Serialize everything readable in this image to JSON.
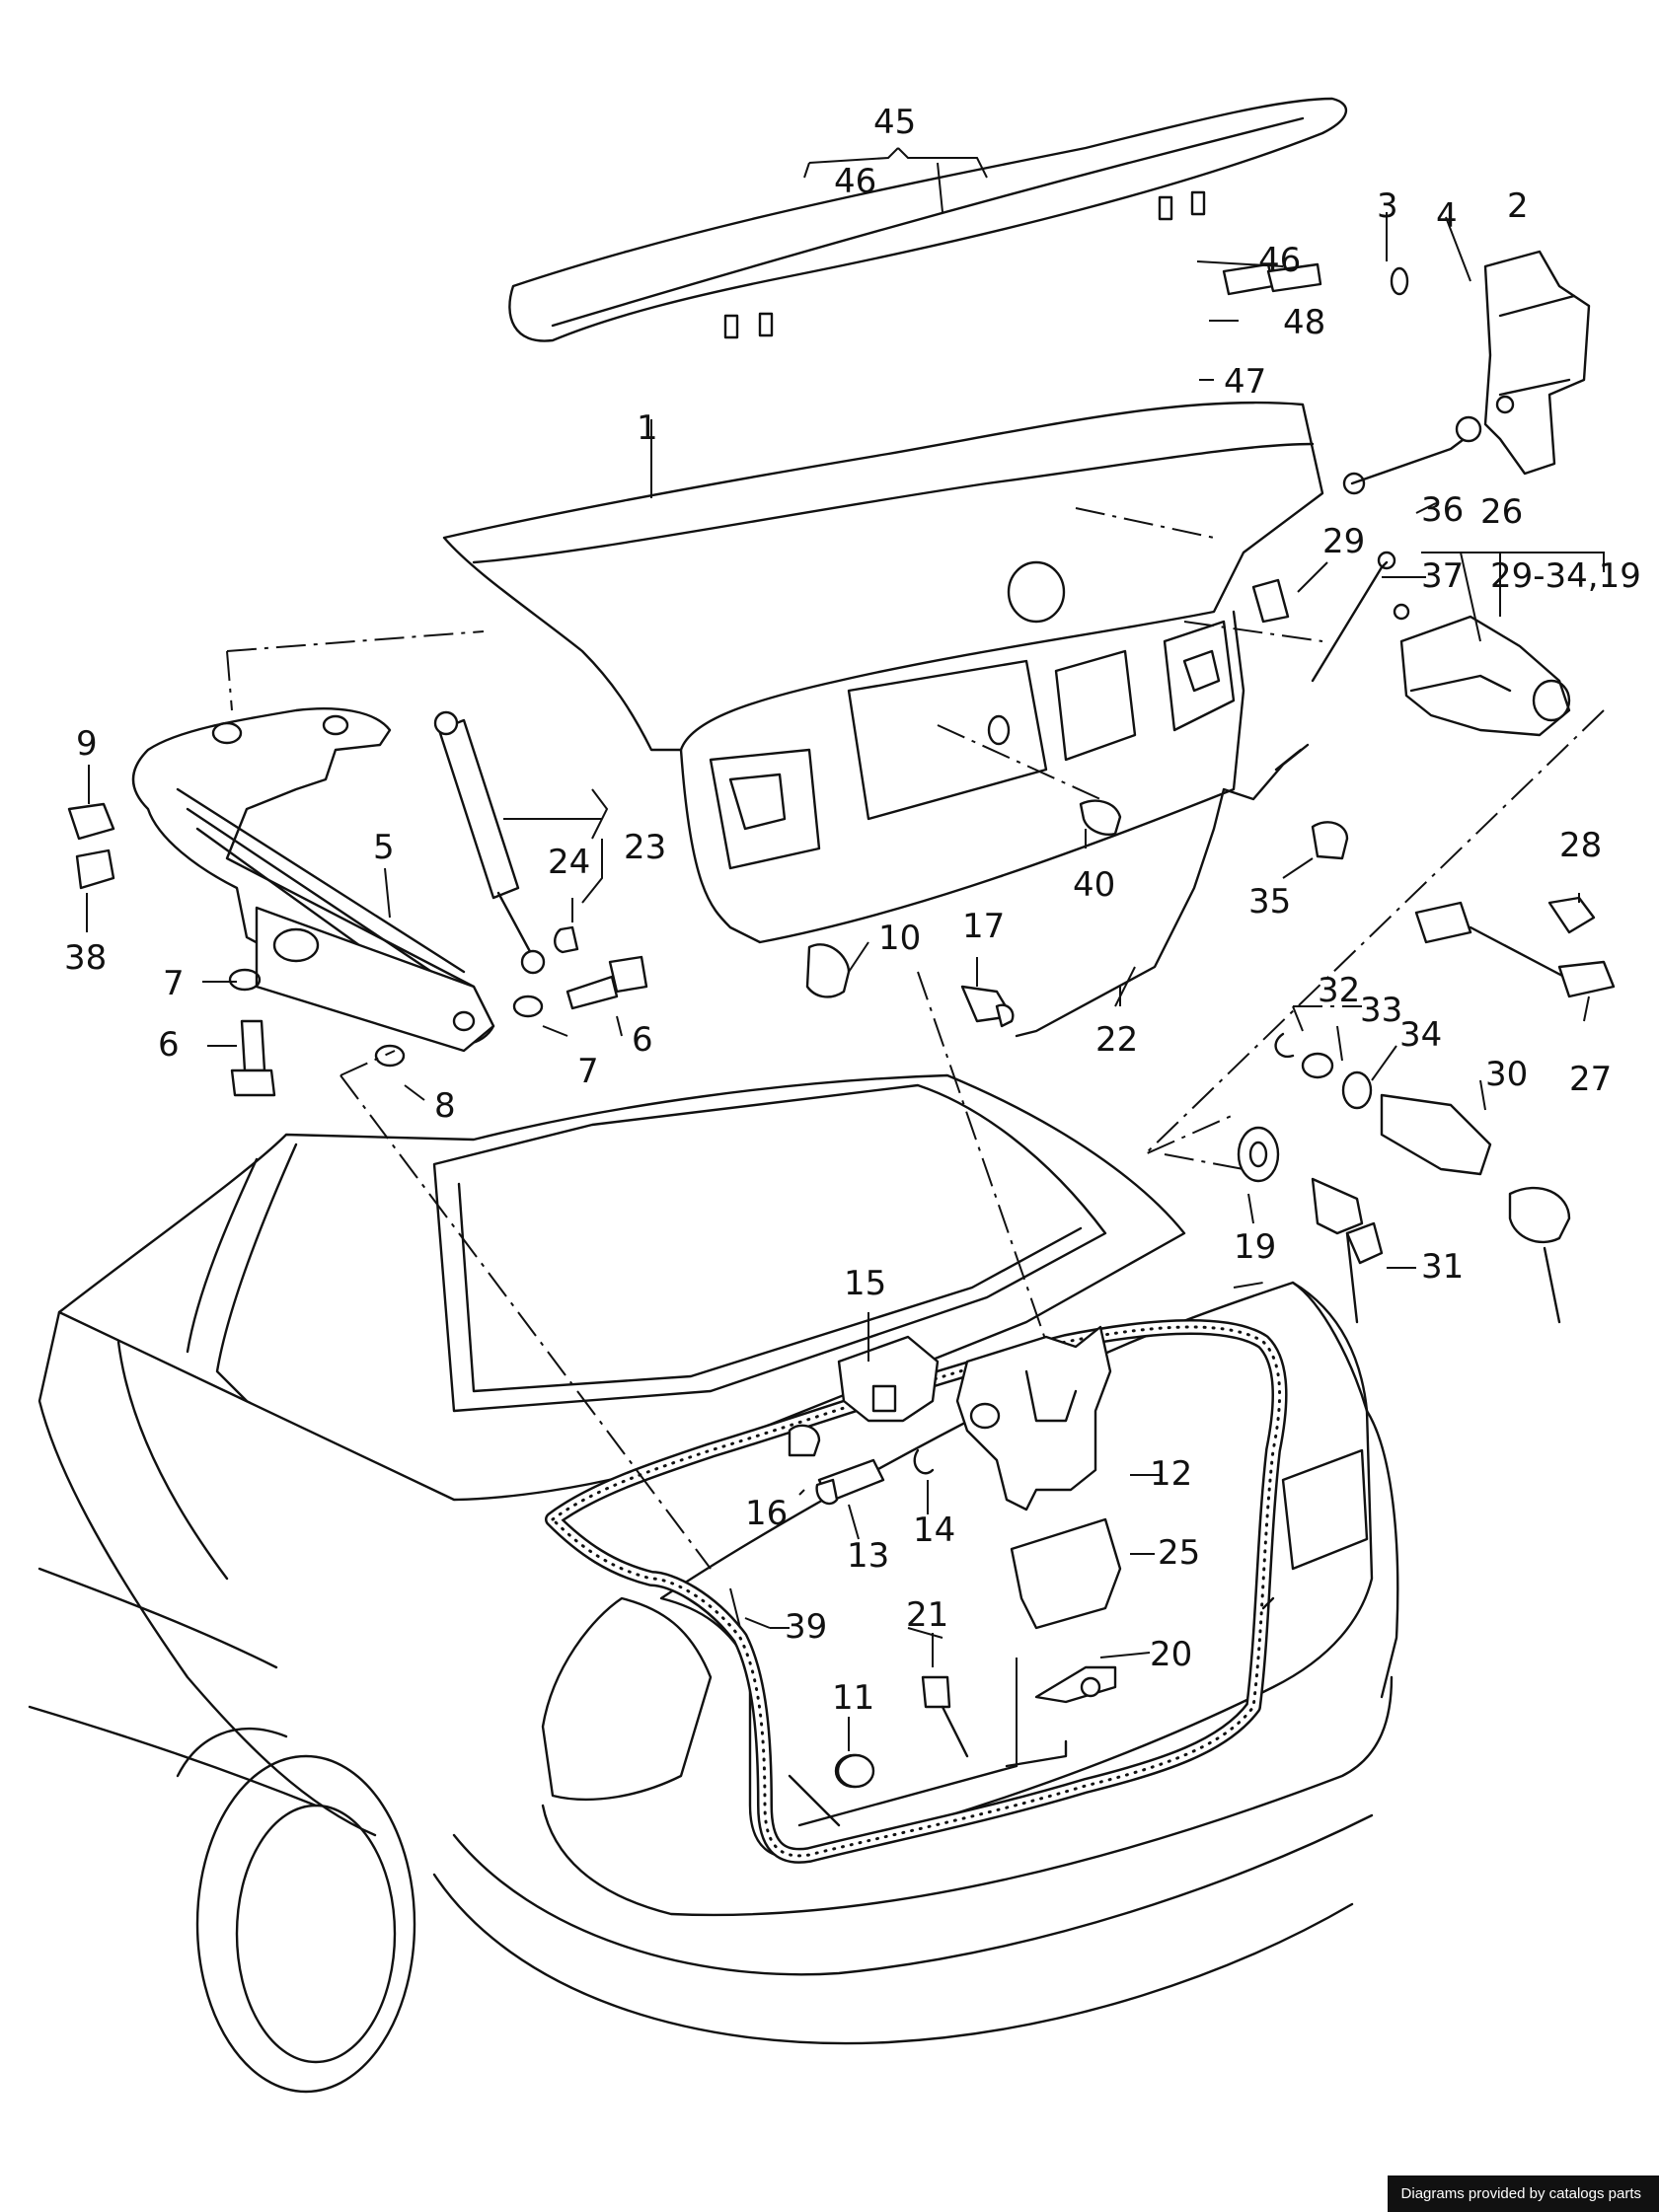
{
  "callouts": {
    "c1": "1",
    "c2": "2",
    "c3": "3",
    "c4": "4",
    "c5": "5",
    "c6a": "6",
    "c6b": "6",
    "c7a": "7",
    "c7b": "7",
    "c8": "8",
    "c9": "9",
    "c10": "10",
    "c11": "11",
    "c12": "12",
    "c13": "13",
    "c14": "14",
    "c15": "15",
    "c16": "16",
    "c17": "17",
    "c19": "19",
    "c20": "20",
    "c21": "21",
    "c22": "22",
    "c23": "23",
    "c24": "24",
    "c25": "25",
    "c26": "26",
    "c27": "27",
    "c28": "28",
    "c29": "29",
    "c30": "30",
    "c31": "31",
    "c32": "32",
    "c33": "33",
    "c34": "34",
    "c35": "35",
    "c36": "36",
    "c37": "37",
    "c38": "38",
    "c39": "39",
    "c40": "40",
    "c45": "45",
    "c46a": "46",
    "c46b": "46",
    "c47": "47",
    "c48": "48",
    "c29_34_19": "29-34,19"
  },
  "footer": {
    "credit": "Diagrams provided by catalogs parts"
  }
}
